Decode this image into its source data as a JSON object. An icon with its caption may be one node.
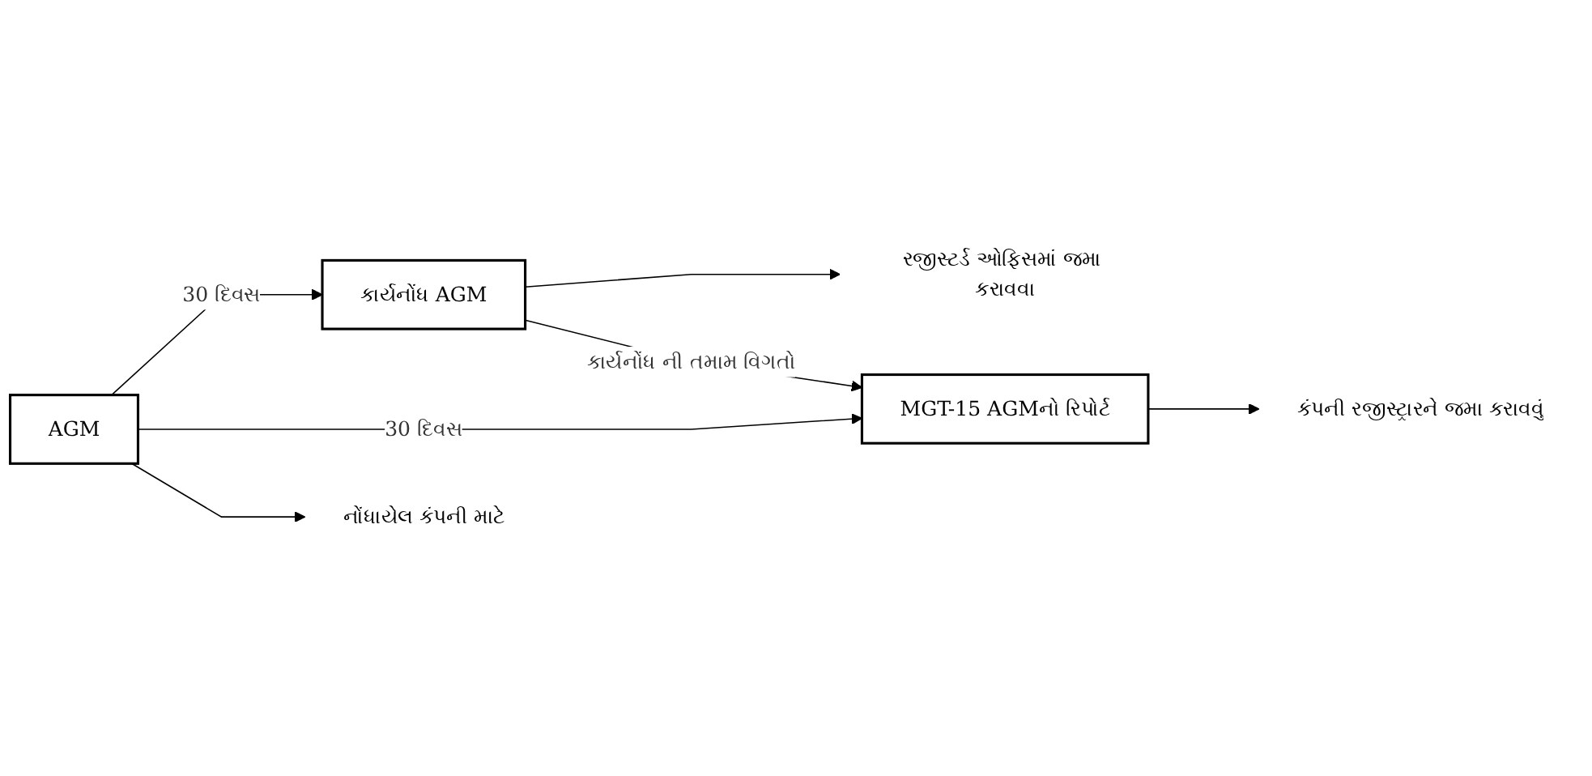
{
  "diagram": {
    "nodes": [
      {
        "text": [
          "AGM"
        ]
      },
      {
        "text": [
          "કાર્યનોંધ AGM"
        ]
      },
      {
        "text": [
          "રજીસ્ટર્ડ ઓફિસમાં જમા કરાવવા"
        ]
      },
      {
        "text": [
          "MGT-15 AGMનો રિપોર્ટ"
        ]
      },
      {
        "text": [
          "કંપની રજીસ્ટ્રારને જમા કરાવવું"
        ]
      },
      {
        "text": [
          "નોંધાયેલ કંપની માટે"
        ]
      }
    ],
    "edges": [
      {
        "from": 0,
        "to": 1,
        "arrow": "to",
        "label": "30 દિવસ"
      },
      {
        "from": 0,
        "to": 3,
        "arrow": "to",
        "label": "30 દિવસ"
      },
      {
        "from": 1,
        "to": 2,
        "arrow": "to"
      },
      {
        "from": 1,
        "to": 3,
        "arrow": "to",
        "label": "કાર્યનોંધ ની તમામ વિગતો"
      },
      {
        "from": 3,
        "to": 4,
        "arrow": "to"
      },
      {
        "from": 0,
        "to": 5,
        "arrow": "to"
      }
    ]
  }
}
